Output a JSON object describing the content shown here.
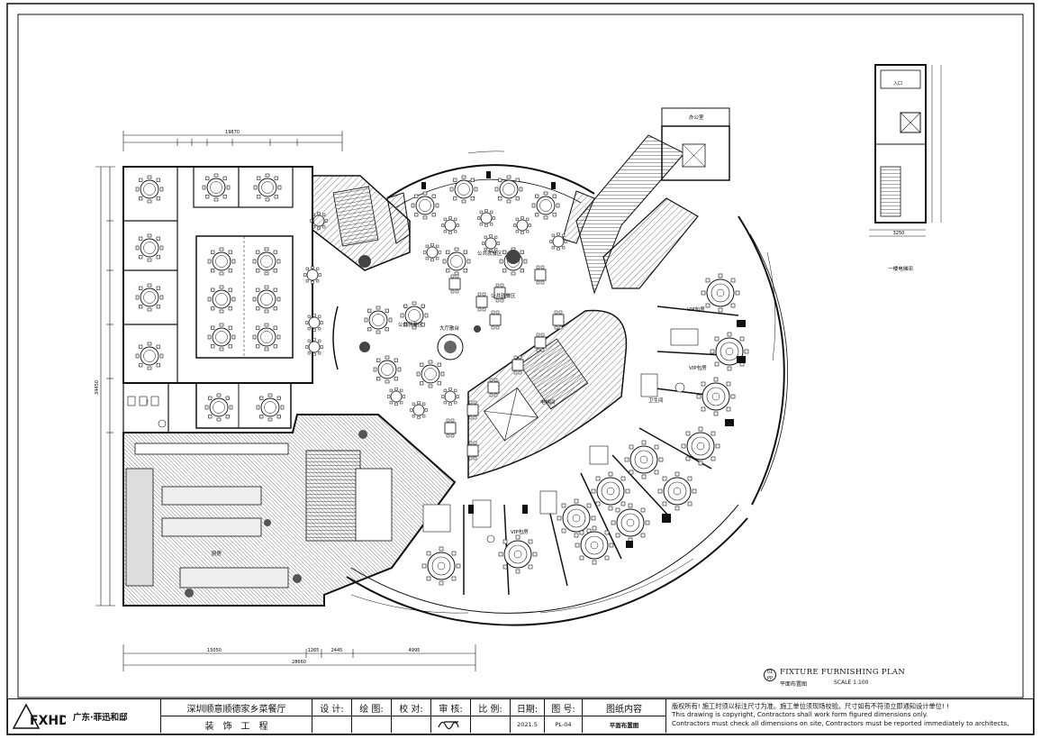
{
  "drawing": {
    "plan_title_en": "FIXTURE FURNISHING PLAN",
    "plan_title_cn": "平面布置图",
    "scale": "SCALE 1:100",
    "plan_index": "01",
    "plan_sheet": "PP",
    "inset_caption": "一楼电梯间"
  },
  "room_labels": {
    "public_dining_1": "公共就餐区",
    "public_dining_2": "公共就餐区",
    "public_dining_3": "公共就餐区",
    "hall_center": "大厅散台",
    "elevator_hall": "电梯间",
    "office": "办公室",
    "kitchen": "厨房",
    "vip_1": "VIP包房",
    "vip_2": "VIP包房",
    "vip_3": "VIP包房",
    "private_room": "包房",
    "restroom": "卫生间",
    "entrance": "入口"
  },
  "dimensions": {
    "top_total": "19870",
    "bottom_1": "15050",
    "bottom_2": "1265",
    "bottom_3": "2445",
    "bottom_4": "4995",
    "bottom_total": "28660",
    "left_total": "34450",
    "inset_top": "3250"
  },
  "title_block": {
    "company": "广东·菲迅和邸",
    "logo": "FXHD",
    "project": "深圳顺意顺德家乡菜餐厅",
    "project_sub": "装　饰　工　程",
    "design_label": "设 计:",
    "drawing_label": "绘 图:",
    "check_label": "校 对:",
    "review_label": "审 核:",
    "scale_label": "比 例:",
    "date_label": "日期:",
    "date_value": "2021.5",
    "sheet_label": "图 号:",
    "sheet_value": "PL-04",
    "content_label": "图纸内容",
    "content_value": "平面布置图",
    "legal_1": "版权所有! 施工时须以标注尺寸为准。施工单位须现场校验。尺寸如有不符须立即通知设计单位! !",
    "legal_2": "This drawing is copyright, Contractors shall work form figured dimensions only.",
    "legal_3": "Contractors must check all dimensions on site, Contractors must be reported immediately to architects,"
  }
}
